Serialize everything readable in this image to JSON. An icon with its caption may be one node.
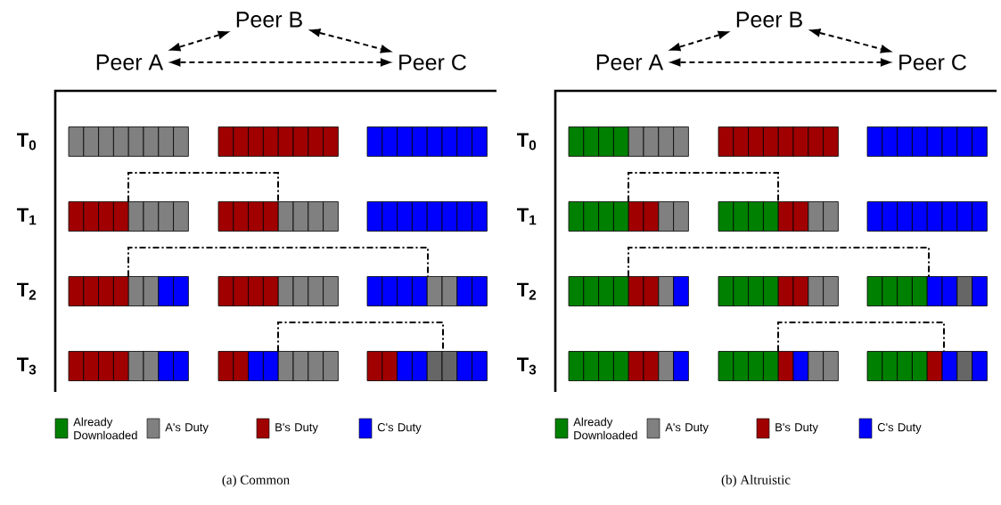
{
  "diagram": {
    "nodes": [
      {
        "text": [
          "Peer B"
        ]
      },
      {
        "text": [
          "Peer A"
        ]
      },
      {
        "text": [
          "Peer C"
        ]
      },
      {
        "text": [
          "Peer B"
        ]
      },
      {
        "text": [
          "Peer A"
        ]
      },
      {
        "text": [
          "Peer C"
        ]
      }
    ],
    "edges": [
      {
        "from": 1,
        "to": 0,
        "arrow": "both",
        "style": "dashed"
      },
      {
        "from": 0,
        "to": 2,
        "arrow": "both",
        "style": "dashed"
      },
      {
        "from": 1,
        "to": 2,
        "arrow": "both",
        "style": "dashed"
      },
      {
        "from": 4,
        "to": 3,
        "arrow": "both",
        "style": "dashed"
      },
      {
        "from": 3,
        "to": 5,
        "arrow": "both",
        "style": "dashed"
      },
      {
        "from": 4,
        "to": 5,
        "arrow": "both",
        "style": "dashed"
      }
    ],
    "labels": [
      "T$_{0}$",
      "T$_{1}$",
      "T$_{2}$",
      "T$_{3}$",
      "T$_{0}$",
      "T$_{1}$",
      "T$_{2}$",
      "T$_{3}$",
      "(a) Common",
      "(b) Altruistic"
    ],
    "legend": [
      {
        "text": "Already Downloaded",
        "color": "#008000"
      },
      {
        "text": "A's Duty",
        "color": "#808080"
      },
      {
        "text": "B's Duty",
        "color": "#a00000"
      },
      {
        "text": "C's Duty",
        "color": "#0000ff"
      },
      {
        "text": "Already Downloaded",
        "color": "#008000"
      },
      {
        "text": "A's Duty",
        "color": "#808080"
      },
      {
        "text": "B's Duty",
        "color": "#a00000"
      },
      {
        "text": "C's Duty",
        "color": "#0000ff"
      }
    ]
  }
}
